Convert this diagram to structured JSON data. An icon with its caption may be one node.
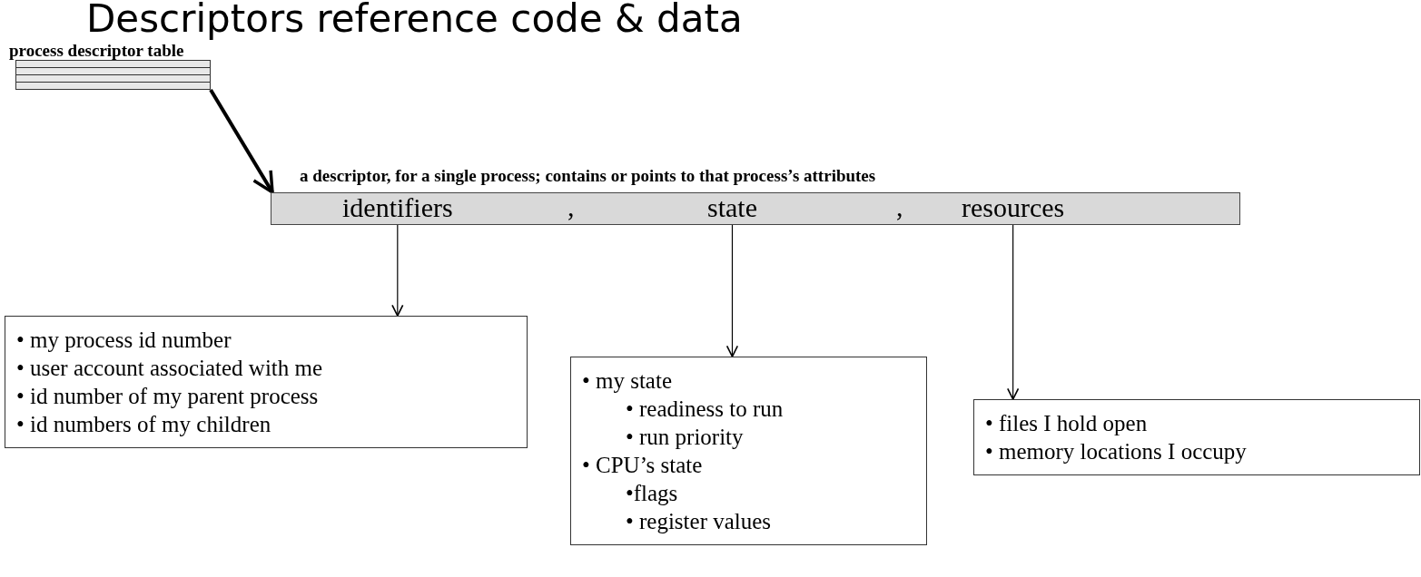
{
  "diagram": {
    "title": "Descriptors reference code & data",
    "nodes": [
      {
        "text": [
          "process descriptor table"
        ]
      },
      {
        "text": [
          "a descriptor, for a single process; contains or points to that process’s attributes"
        ]
      },
      {
        "text": [
          "identifiers"
        ],
        "in": 1
      },
      {
        "text": [
          "state"
        ],
        "in": 1
      },
      {
        "text": [
          "resources"
        ],
        "in": 1
      },
      {
        "text": [
          "• my process id number",
          "• user account associated with me",
          "• id number of my parent process",
          "• id numbers of my children"
        ]
      },
      {
        "text": [
          "• my state",
          "• readiness to run",
          "• run priority",
          "• CPU’s state",
          "•flags",
          "• register values"
        ]
      },
      {
        "text": [
          "• files I hold open",
          "• memory locations I occupy"
        ]
      }
    ],
    "edges": [
      {
        "from": 0,
        "to": 1,
        "arrow": "to",
        "style": "thick"
      },
      {
        "from": 2,
        "to": 5,
        "arrow": "to"
      },
      {
        "from": 3,
        "to": 6,
        "arrow": "to"
      },
      {
        "from": 4,
        "to": 7,
        "arrow": "to"
      }
    ],
    "labels": [
      ",",
      ","
    ]
  }
}
